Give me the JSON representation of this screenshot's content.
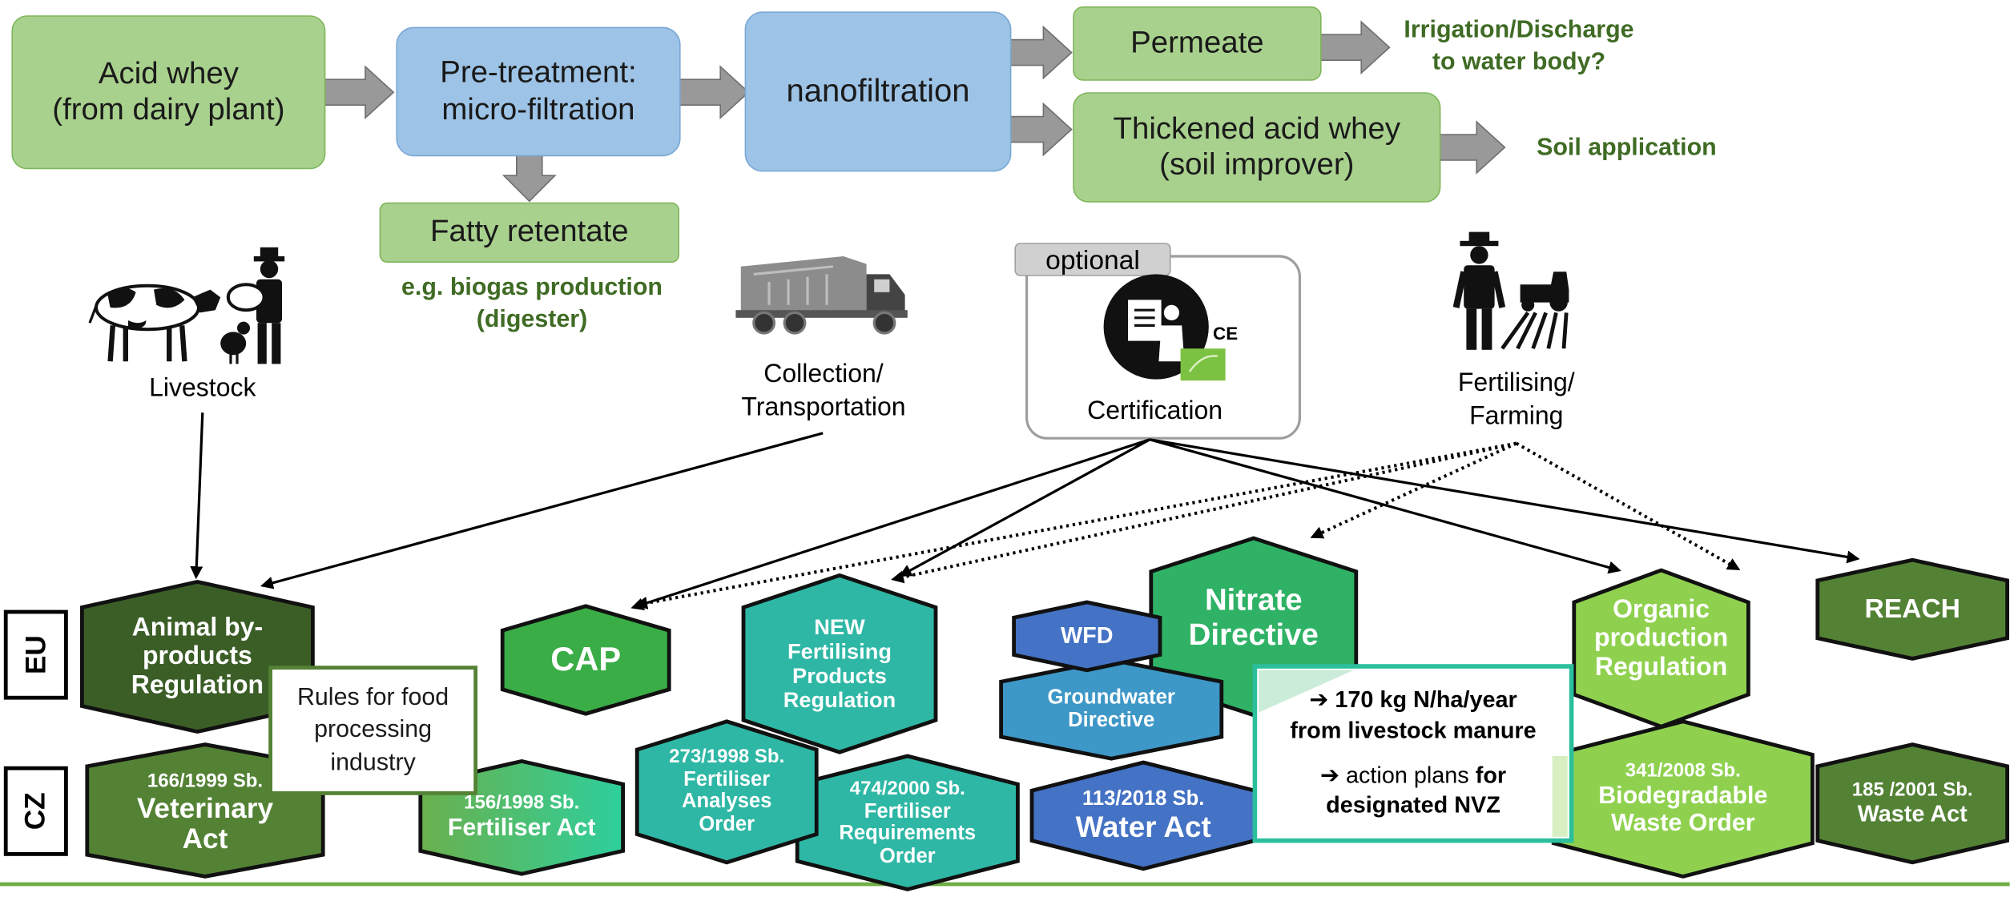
{
  "process": {
    "acid_whey": "Acid whey\n(from dairy plant)",
    "pretreatment": "Pre-treatment:\nmicro-filtration",
    "nanofiltration": "nanofiltration",
    "permeate": "Permeate",
    "thickened": "Thickened acid whey\n(soil improver)",
    "fatty_retentate": "Fatty retentate",
    "irrigation_note": "Irrigation/Discharge\nto water body?",
    "soil_note": "Soil application",
    "biogas_note": "e.g. biogas production\n(digester)"
  },
  "actors": {
    "livestock": "Livestock",
    "collection": "Collection/\nTransportation",
    "optional_tag": "optional",
    "certification": "Certification",
    "fertilising": "Fertilising/\nFarming",
    "ce_mark": "CE"
  },
  "levels": {
    "eu": "EU",
    "cz": "CZ"
  },
  "eu_regulations": {
    "animal_byproducts": "Animal by-\nproducts\nRegulation",
    "cap": "CAP",
    "new_fertilising": "NEW\nFertilising\nProducts\nRegulation",
    "wfd": "WFD",
    "groundwater": "Groundwater\nDirective",
    "nitrate": "Nitrate\nDirective",
    "organic": "Organic\nproduction\nRegulation",
    "reach": "REACH"
  },
  "cz_regulations": {
    "veterinary_code": "166/1999 Sb.",
    "veterinary_name": "Veterinary\nAct",
    "fertiliser_code": "156/1998 Sb.",
    "fertiliser_name": "Fertiliser Act",
    "analyses_code": "273/1998 Sb.",
    "analyses_name": "Fertiliser\nAnalyses\nOrder",
    "requirements_code": "474/2000 Sb.",
    "requirements_name": "Fertiliser\nRequirements\nOrder",
    "water_code": "113/2018 Sb.",
    "water_name": "Water Act",
    "biodegradable_code": "341/2008 Sb.",
    "biodegradable_name": "Biodegradable\nWaste Order",
    "waste_code": "185 /2001 Sb.",
    "waste_name": "Waste Act"
  },
  "callouts": {
    "food_rules": "Rules for food\nprocessing\nindustry",
    "nvz_line1_bold": "170 kg N/ha/year\nfrom livestock manure",
    "nvz_line2_pre": "action plans ",
    "nvz_line2_bold_a": "for",
    "nvz_line2_bold_b": "designated NVZ"
  },
  "colors": {
    "process_green": "#a9d18e",
    "process_blue": "#9dc3e6",
    "dark_green": "#3b5e27",
    "mid_green": "#548235",
    "bright_green": "#3aad46",
    "teal": "#2eb7a5",
    "blue": "#4472c4",
    "steel_blue": "#3d97c7",
    "lime": "#8fd14f",
    "note_green": "#3f6b24",
    "callout_border": "#2bbf9c"
  }
}
